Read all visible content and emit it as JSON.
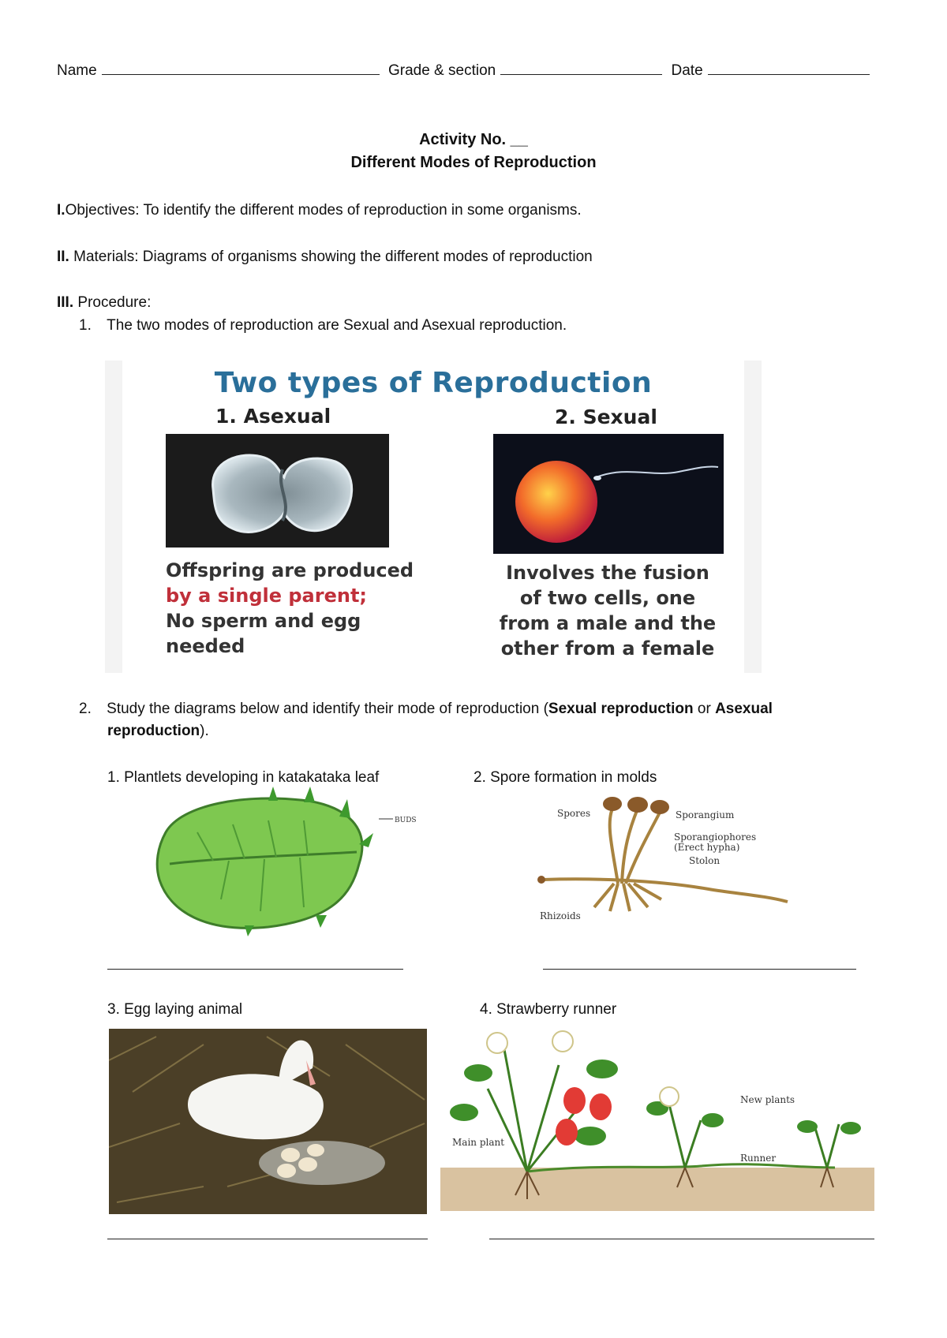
{
  "header": {
    "name_label": "Name",
    "grade_label": "Grade & section",
    "date_label": "Date"
  },
  "title": {
    "activity": "Activity No. __",
    "subtitle": "Different Modes of Reproduction"
  },
  "objectives": {
    "label": "I.",
    "text": "Objectives: To identify the different modes of reproduction in some organisms."
  },
  "materials": {
    "label": "II.",
    "text": " Materials: Diagrams of organisms showing the different modes of reproduction"
  },
  "procedure": {
    "label": "III.",
    "text": " Procedure:",
    "step1_num": "1.",
    "step1_text": "The two modes of reproduction are Sexual and Asexual reproduction.",
    "step2_num": "2.",
    "step2_text_a": "Study the diagrams below and identify their mode of reproduction (",
    "step2_bold_a": "Sexual reproduction",
    "step2_text_b": " or ",
    "step2_bold_b": "Asexual",
    "step2_bold_c": "reproduction",
    "step2_text_c": ")."
  },
  "hero": {
    "title": "Two types of Reproduction",
    "asexual_label": "1. Asexual",
    "sexual_label": "2. Sexual",
    "asexual_desc_1": "Offspring are produced",
    "asexual_desc_2": "by a single parent;",
    "asexual_desc_3": "No sperm and egg",
    "asexual_desc_4": "needed",
    "sexual_desc_1": "Involves the fusion",
    "sexual_desc_2": "of two cells, one",
    "sexual_desc_3": "from a male and the",
    "sexual_desc_4": "other from a female"
  },
  "items": [
    {
      "label": "1.    Plantlets developing in katakataka leaf"
    },
    {
      "label": "2. Spore formation in molds"
    },
    {
      "label": "3. Egg laying animal"
    },
    {
      "label": "4. Strawberry runner"
    }
  ],
  "figure_labels": {
    "buds": "BUDS",
    "spores": "Spores",
    "sporangium": "Sporangium",
    "sporangiophores_1": "Sporangiophores",
    "sporangiophores_2": "(Erect hypha)",
    "stolon": "Stolon",
    "rhizoids": "Rhizoids",
    "new_plants": "New plants",
    "main_plant": "Main plant",
    "runner": "Runner"
  }
}
